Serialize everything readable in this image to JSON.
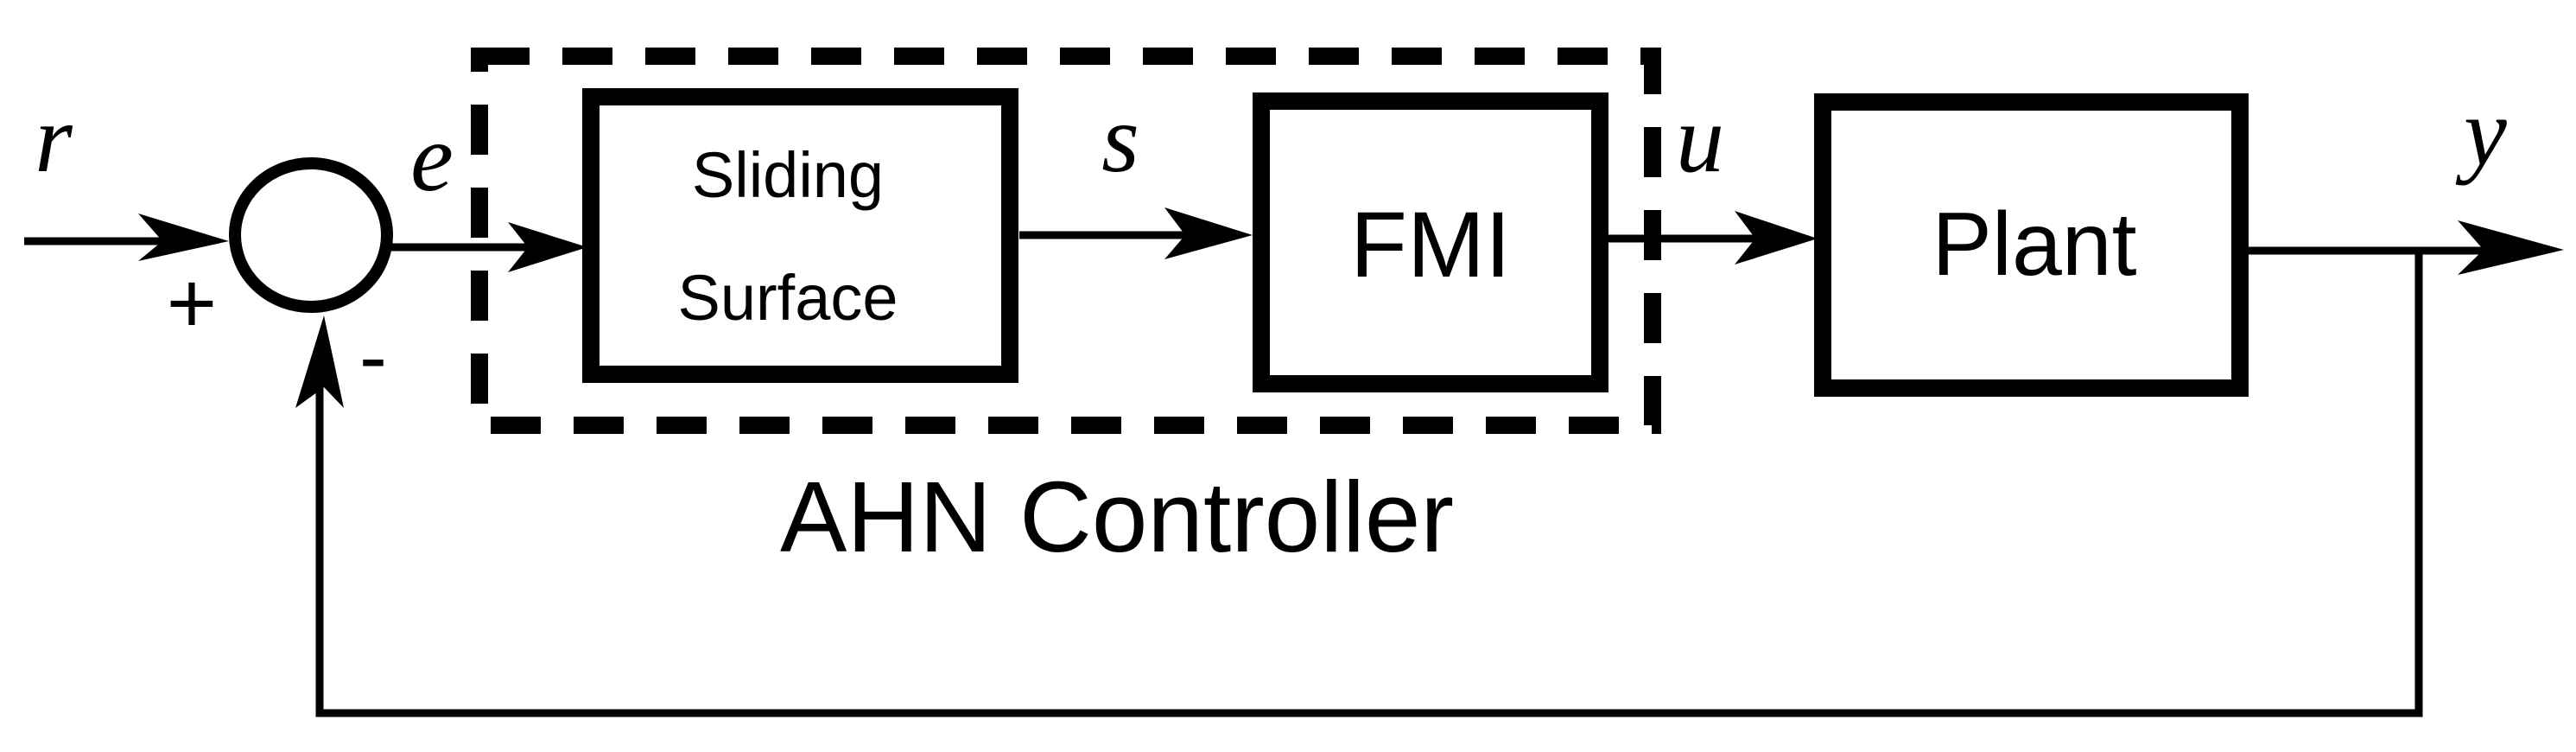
{
  "blocks": {
    "sliding_surface": {
      "line1": "Sliding",
      "line2": "Surface"
    },
    "fmi": {
      "label": "FMI"
    },
    "plant": {
      "label": "Plant"
    }
  },
  "controller_group": {
    "label": "AHN Controller"
  },
  "signals": {
    "reference": "r",
    "error": "e",
    "sliding_variable": "s",
    "control": "u",
    "output": "y"
  },
  "summing_junction": {
    "plus_sign": "+",
    "minus_sign": "-"
  },
  "colors": {
    "stroke": "#000000",
    "background": "#ffffff"
  }
}
